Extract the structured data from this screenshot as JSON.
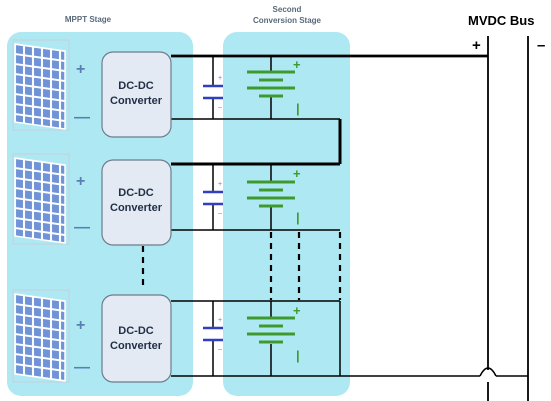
{
  "stages": {
    "mppt_label": "MPPT Stage",
    "second_label_line1": "Second",
    "second_label_line2": "Conversion Stage"
  },
  "bus": {
    "title": "MVDC Bus",
    "plus": "+",
    "minus": "–"
  },
  "converters": [
    {
      "line1": "DC-DC",
      "line2": "Converter"
    },
    {
      "line1": "DC-DC",
      "line2": "Converter"
    },
    {
      "line1": "DC-DC",
      "line2": "Converter"
    }
  ],
  "pv_signs": {
    "plus": "+",
    "minus": "—"
  },
  "cap_signs": {
    "plus": "+",
    "minus": "–"
  },
  "battery_signs": {
    "plus": "+",
    "minus": "|"
  },
  "colors": {
    "stage_fill": "#aee9f3",
    "converter_fill": "#e4eaf4",
    "converter_stroke": "#6e7c8c",
    "pv_cell": "#6f93d6",
    "capacitor": "#2f3fbf",
    "battery": "#3f9a2e",
    "wire": "#000000"
  }
}
